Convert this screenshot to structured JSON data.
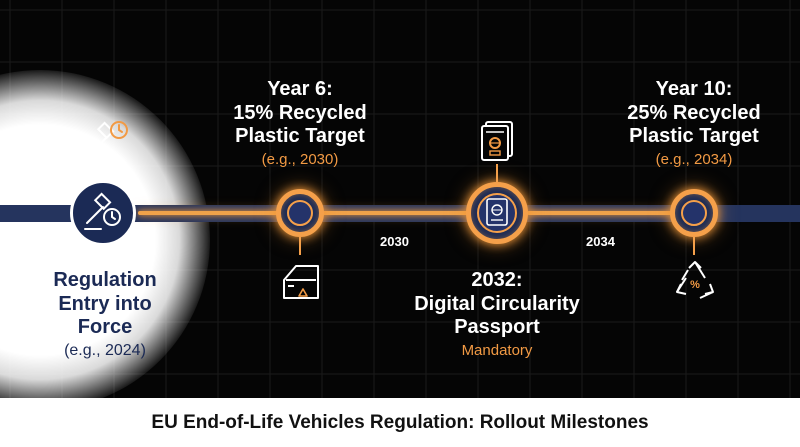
{
  "caption": "EU End-of-Life Vehicles Regulation: Rollout Milestones",
  "milestones": [
    {
      "lines": [
        "Regulation",
        "Entry into Force"
      ],
      "note": "(e.g., 2024)",
      "icons": [
        "gavel-clock-icon"
      ]
    },
    {
      "lines": [
        "Year 6:",
        "15% Recycled",
        "Plastic Target"
      ],
      "note": "(e.g., 2030)",
      "icons": [
        "car-door-recycle-icon"
      ]
    },
    {
      "lines": [
        "2032:",
        "Digital Circularity",
        "Passport"
      ],
      "note": "Mandatory",
      "icons": [
        "passport-icon"
      ]
    },
    {
      "lines": [
        "Year 10:",
        "25% Recycled",
        "Plastic Target"
      ],
      "note": "(e.g., 2034)",
      "icons": [
        "recycle-percent-icon"
      ]
    }
  ],
  "axis_labels": [
    "2030",
    "2034"
  ],
  "colors": {
    "accent": "#f29a44",
    "navy": "#1b2a55",
    "band": "#25345e",
    "background": "#050505"
  }
}
